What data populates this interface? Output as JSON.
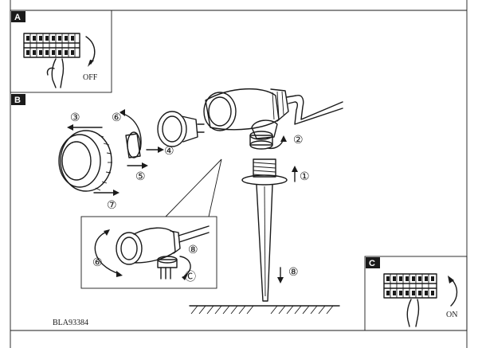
{
  "panels": {
    "a": {
      "badge": "A",
      "switch_label": "OFF"
    },
    "b": {
      "badge": "B"
    },
    "c": {
      "badge": "C",
      "switch_label": "ON"
    }
  },
  "steps": {
    "s1": "①",
    "s2": "②",
    "s3": "③",
    "s4": "④",
    "s5": "⑤",
    "s6": "⑥",
    "s7": "⑦",
    "s8": "⑧",
    "detail_s6": "⑥",
    "detail_s8": "⑧",
    "detail_sC": "Ⓒ"
  },
  "model_code": "BLA93384"
}
